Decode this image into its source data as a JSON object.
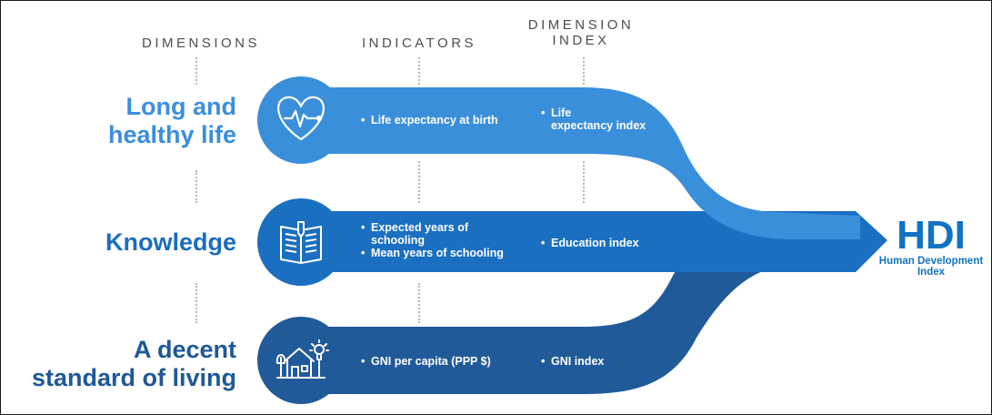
{
  "headers": {
    "dimensions": "DIMENSIONS",
    "indicators": "INDICATORS",
    "dimension_index_line1": "DIMENSION",
    "dimension_index_line2": "INDEX"
  },
  "rows": [
    {
      "dimension_line1": "Long and",
      "dimension_line2": "healthy life",
      "icon": "heart-pulse-icon",
      "indicators": [
        "Life expectancy at birth"
      ],
      "index_line1": "Life",
      "index_line2": "expectancy index"
    },
    {
      "dimension_line1": "Knowledge",
      "icon": "open-book-icon",
      "indicator_1_line1": "Expected years of",
      "indicator_1_line2": "schooling",
      "indicator_2": "Mean years of schooling",
      "index_line1": "Education index"
    },
    {
      "dimension_line1": "A decent",
      "dimension_line2": "standard of living",
      "icon": "house-lightbulb-icon",
      "indicators": [
        "GNI per capita (PPP $)"
      ],
      "index_line1": "GNI index"
    }
  ],
  "result": {
    "abbr": "HDI",
    "full_line1": "Human Development",
    "full_line2": "Index"
  },
  "colors": {
    "row1": "#3a8fdb",
    "row2": "#1a6fc0",
    "row3": "#215a99",
    "label_row1": "#3b8ede",
    "label_row2": "#1b6dbd",
    "label_row3": "#1e5898",
    "hdi": "#1272c4",
    "header_text": "#4d4d4d"
  },
  "bullet_char": "•"
}
